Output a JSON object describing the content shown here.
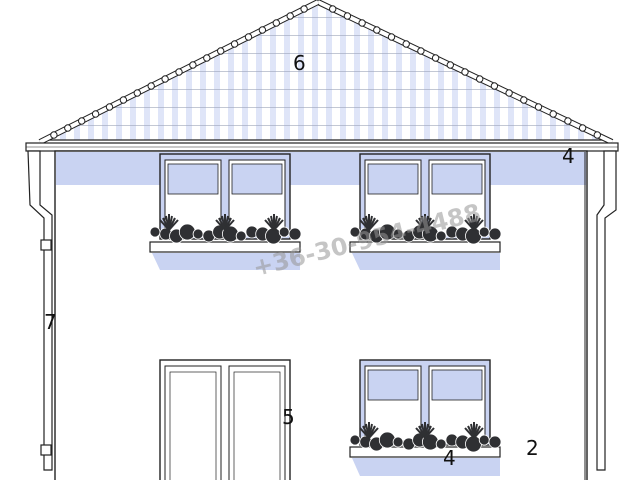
{
  "labels": {
    "roof": "6",
    "gutter": "4",
    "window_sill": "4",
    "downpipe": "7",
    "door": "5",
    "wall": "2"
  },
  "watermark": "+36-30-954-4488",
  "colors": {
    "line": "#222222",
    "shade": "#c9d3f2",
    "roof_fill": "#dfe5f8",
    "plants": "#2f3033",
    "wall": "#ffffff"
  },
  "icons": [
    "flower-box-plants-icon"
  ]
}
